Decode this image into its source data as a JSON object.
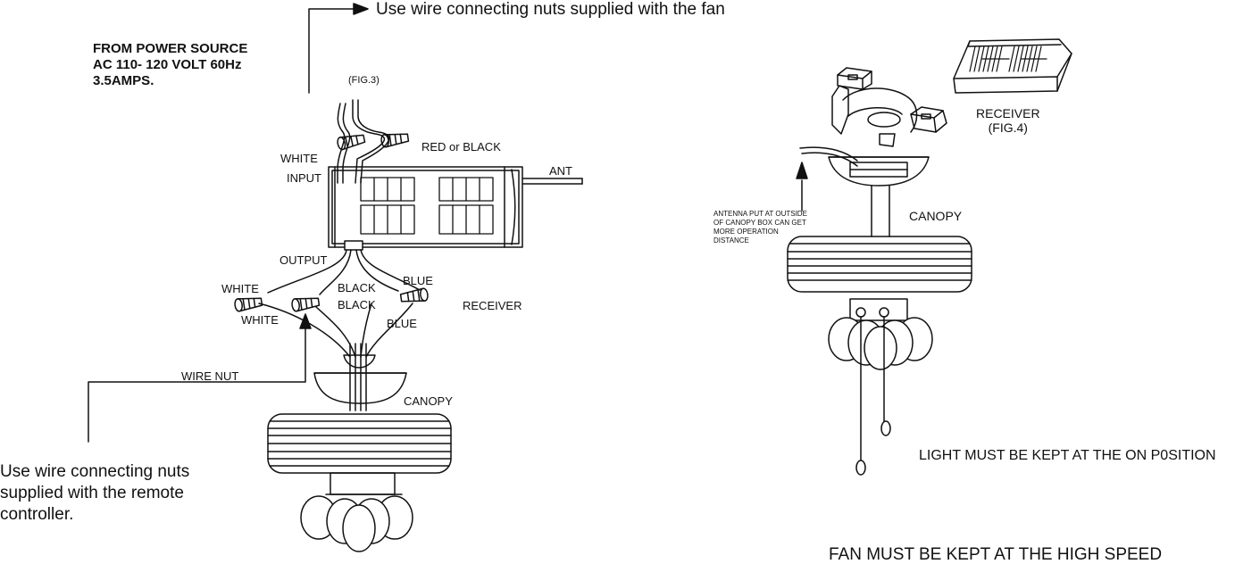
{
  "left": {
    "top_note": "Use wire connecting nuts supplied with the fan",
    "power_source": "FROM POWER SOURCE\nAC 110- 120 VOLT 60Hz\n3.5AMPS.",
    "fig": "(FIG.3)",
    "white_in": "WHITE",
    "input": "INPUT",
    "red_black": "RED or BLACK",
    "ant": "ANT",
    "output": "OUTPUT",
    "white_out1": "WHITE",
    "white_out2": "WHITE",
    "black1": "BLACK",
    "black2": "BLACK",
    "blue1": "BLUE",
    "blue2": "BLUE",
    "receiver": "RECEIVER",
    "wire_nut": "WIRE NUT",
    "canopy": "CANOPY",
    "bottom_note": "Use wire connecting nuts\nsupplied with the remote\ncontroller."
  },
  "right": {
    "receiver_fig": "RECEIVER\n(FIG.4)",
    "antenna_note": "ANTENNA PUT  AT OUTSIDE\nOF CANOPY BOX CAN GET\nMORE OPERATION\nDISTANCE",
    "canopy": "CANOPY",
    "light_note": "LIGHT MUST BE KEPT AT THE ON P0SITION",
    "fan_note": "FAN MUST BE KEPT AT THE HIGH SPEED"
  }
}
